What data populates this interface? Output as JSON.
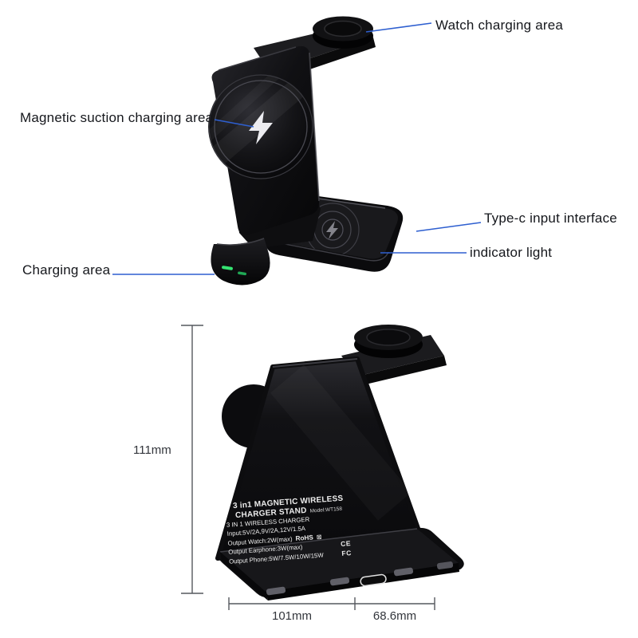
{
  "front_view": {
    "callouts": {
      "watch": "Watch charging area",
      "magnetic": "Magnetic suction charging area",
      "type_c": "Type-c input interface",
      "indicator": "indicator light",
      "charging": "Charging area"
    }
  },
  "back_view": {
    "label": {
      "title1": "3 in1 MAGNETIC WIRELESS",
      "title2": "CHARGER STAND",
      "model": "Model:WT158",
      "line1": "3 IN 1 WIRELESS CHARGER",
      "line2": "Input:5V/2A,9V/2A,12V/1.5A",
      "line3": "Output Watch:2W(max)",
      "rohs": "RoHS",
      "weee": "⊠",
      "line4": "Output Earphone:3W(max)",
      "ce_mark": "CE",
      "line5": "Output Phone:5W/7.5W/10W/15W",
      "fcc_mark": "FC"
    },
    "dimensions": {
      "height": "111mm",
      "width": "101mm",
      "depth": "68.6mm"
    }
  },
  "colors": {
    "callout_line": "#2e5fd0",
    "dimension_line": "#55585e",
    "led_green": "#35e572",
    "led_green_dim": "#20a855",
    "product_black": "#0b0b0d"
  }
}
